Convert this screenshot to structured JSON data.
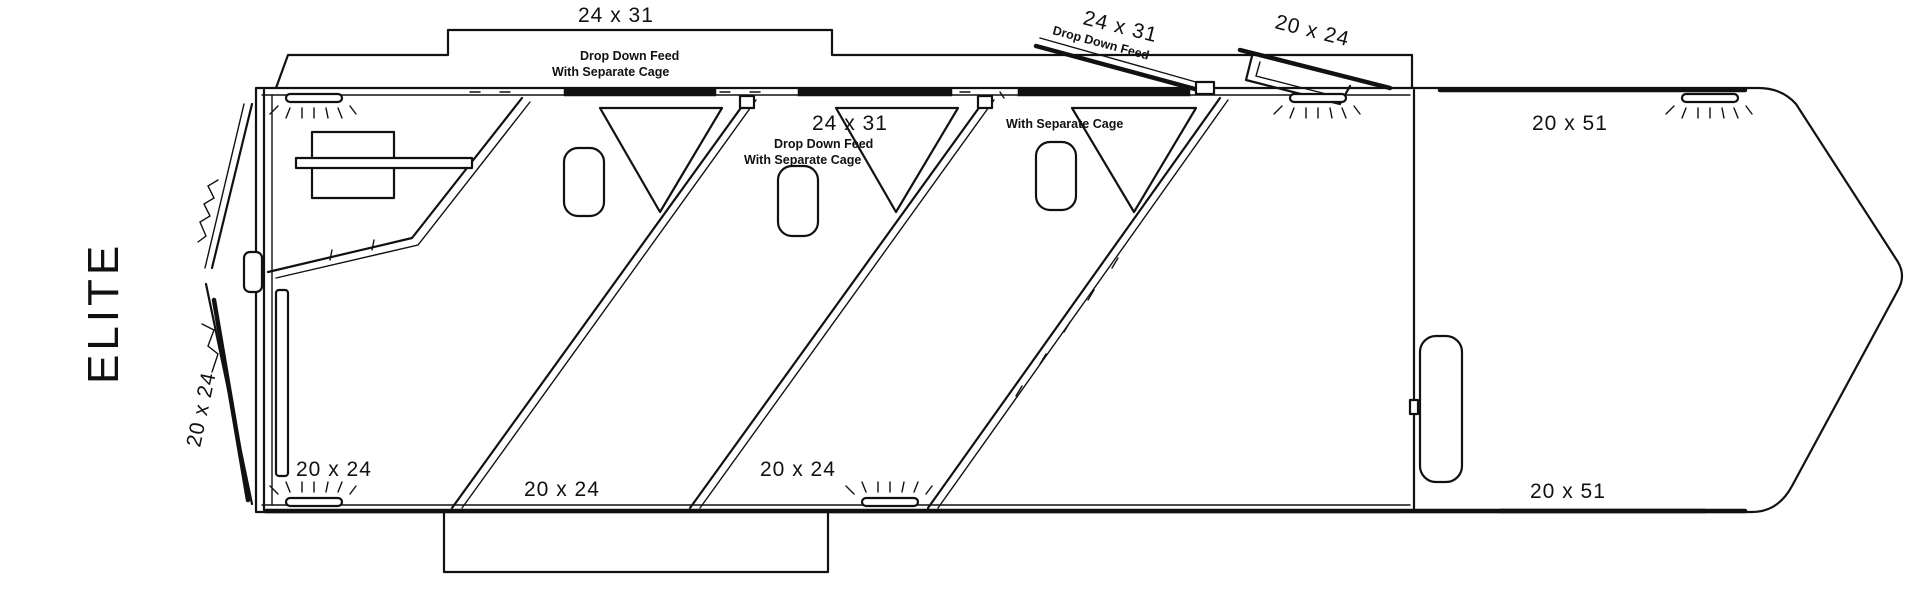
{
  "brand": "ELITE",
  "labels": {
    "top_window_size": "24 x 31",
    "drop_down_feed": "Drop Down Feed",
    "with_separate_cage": "With Separate Cage",
    "mid_window_size": "24 x 31",
    "mid_drop_down_feed": "Drop Down Feed",
    "mid_with_separate_cage": "With Separate Cage",
    "right_cage_text": "With Separate Cage",
    "angled_window_size": "24 x 31",
    "angled_drop_down_feed": "Drop Down Feed",
    "angled_small_window": "20 x 24",
    "rear_left_window": "20 x 24",
    "bottom_left_window": "20 x 24",
    "bottom_mid_window": "20 x 24",
    "bottom_right_window": "20 x 24",
    "dressing_top_window": "20 x 51",
    "dressing_bottom_window": "20 x 51"
  }
}
